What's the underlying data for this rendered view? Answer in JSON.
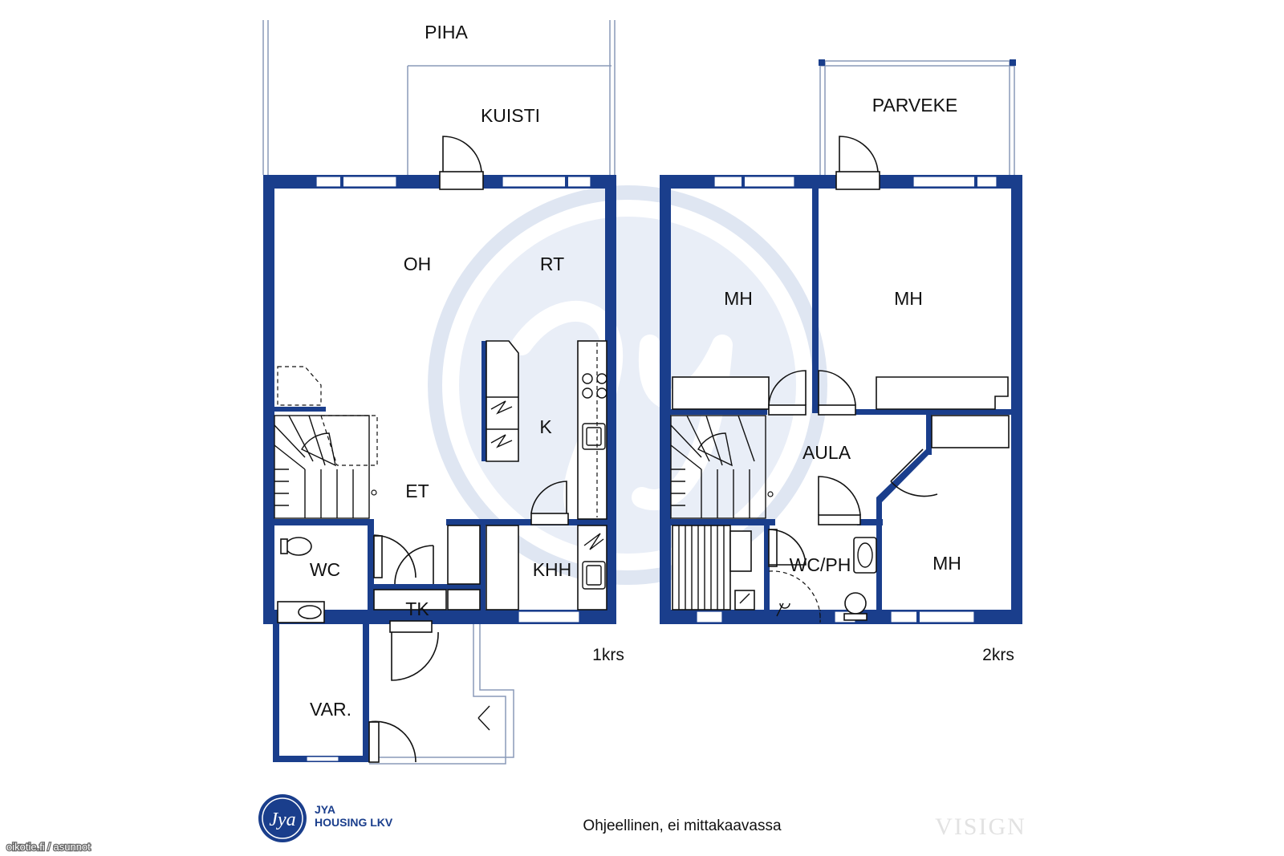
{
  "plan": {
    "floor1": {
      "label": "1krs",
      "rooms": {
        "piha": "PIHA",
        "kuisti": "KUISTI",
        "oh": "OH",
        "rt": "RT",
        "k": "K",
        "et": "ET",
        "wc": "WC",
        "tk": "TK",
        "khh": "KHH",
        "var": "VAR."
      }
    },
    "floor2": {
      "label": "2krs",
      "rooms": {
        "parveke": "PARVEKE",
        "mh1": "MH",
        "mh2": "MH",
        "aula": "AULA",
        "wcph": "WC/PH",
        "mh3": "MH"
      }
    }
  },
  "footer": {
    "note": "Ohjeellinen, ei mittakaavassa",
    "brand_line1": "JYA",
    "brand_line2": "HOUSING LKV",
    "logo_mark": "Jya",
    "watermark_brand": "VISIGN",
    "source": "oikotie.fi / asunnot"
  },
  "colors": {
    "wall": "#1a3e8c",
    "watermark": "#dfe6f2"
  }
}
